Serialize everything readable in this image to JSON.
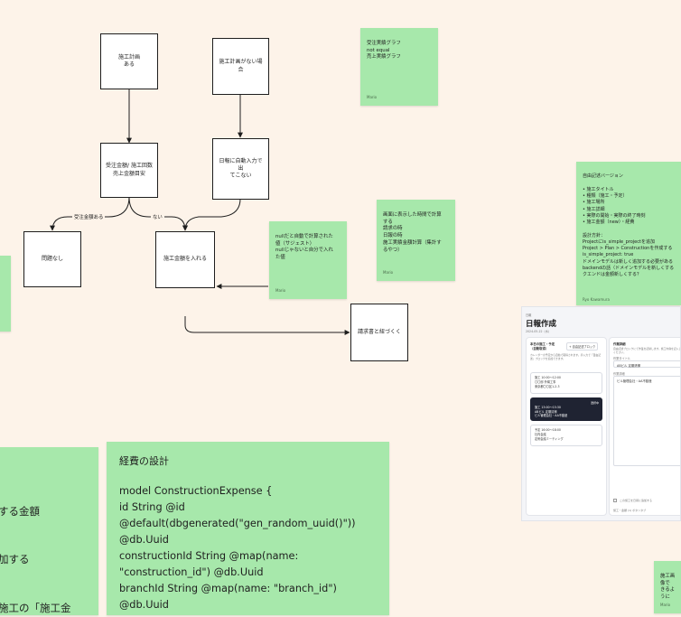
{
  "flow": {
    "box_plan_exists": "施工計画\nある",
    "box_no_plan": "施工計画がない場合",
    "box_order_amount": "受注金額/ 施工回数\n売上金額目安",
    "box_daily_report_auto": "日報に自動入力で出\nてこない",
    "box_no_problem": "問題なし",
    "box_enter_amount": "施工金額を入れる",
    "box_invoice": "請求書と紐づくく",
    "edge_order_amount_exists": "受注金額ある",
    "edge_none": "ない"
  },
  "stickies": {
    "graph_note": {
      "text": "受注実績グラフ\nnot equal\n売上実績グラフ",
      "author": "Mario"
    },
    "null_note": {
      "text": "nullだと自動で計算された\n値（サジェスト）\nnullじゃないと自分で入れ\nた値",
      "author": "Mario"
    },
    "timing_note": {
      "text": "画面に表示した時間で計算\nする\n請求の時\n日報の時\n施工実績金額計算（集計す\nるやつ）",
      "author": "Mario"
    },
    "version_note": {
      "text": "自由記述バージョン\n\n• 施工タイトル\n• 種類（施工・予定）\n• 施工場所\n• 施工詳細\n• 実際の開始・実際の終了時刻\n• 施工金額（new）・経費\n\n設計方針：\nProjectにis_simple_projectを追加\nProject > Plan > Constructionを作成する\nis_simple_project: true\nドメインモデルは新しく追加する必要がある\nbackendの話（ドメインモデルを新しくする\nクエンドは金額新しくする？",
      "author": "Ryo Kawamura"
    },
    "bottom_right_note": {
      "text": "施工画像で\nきるように",
      "author": "Mario"
    },
    "left_partial_note": {
      "text": "する金額\n\n\n加する\n\n\n施工の「施工金"
    },
    "expense_note": {
      "title": "経費の設計",
      "code": "model ConstructionExpense {\n  id              String @id\n@default(dbgenerated(\"gen_random_uuid()\"))\n@db.Uuid\n  constructionId    String @map(name:\n\"construction_id\") @db.Uuid\n  branchId          String @map(name: \"branch_id\")\n@db.Uuid"
    }
  },
  "mockup": {
    "breadcrumb": "日報",
    "title": "日報作成",
    "date": "2024-05-22（水）",
    "left_header": "本日の施工・予定\n（自動取得）",
    "add_free_block": "+ 自由記述ブロック",
    "left_hint": "カレンダーの予定から自動で取得されます。手入力で「自由記述」ブロックを追加できます。",
    "card1": "施工  10:00〜12:00\n〇〇邸 外構工事\n東京都〇〇区1-2-3",
    "card2": "施工  13:00〜15:30\nABビル 定期清掃\nビル管理会社・AA不動産",
    "card2_badge": "選択中",
    "card3": "予定  16:00〜18:00\n社内会議\n定例会議ミーティング",
    "right_header": "作業詳細",
    "right_hint": "自由記述ブロックにて作業を記録します。施工内容を記入してください。",
    "field_title_label": "作業タイトル",
    "field_title_value": "ABビル 定期清掃",
    "field_detail_label": "作業詳細",
    "field_detail_value": "ビル管理会社・AA不動産",
    "checkbox_label": "この施工を日報に追加する",
    "footer_text": "施工・金額 (1) ボタンタブ"
  }
}
